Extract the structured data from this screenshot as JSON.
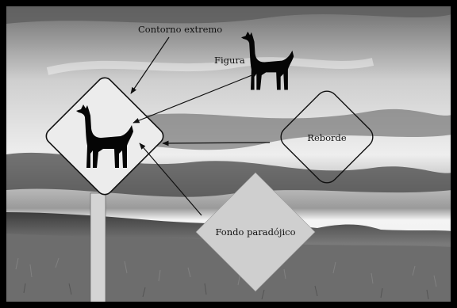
{
  "labels": {
    "contorno": "Contorno extremo",
    "figura": "Figura",
    "reborde": "Reborde",
    "fondo": "Fondo paradójico"
  },
  "colors": {
    "frame": "#000000",
    "sky_light": "#f2f2f2",
    "sky_dark": "#3a3a3a",
    "ground": "#5c5c5c",
    "sign_fill": "#e6e6e6",
    "gray_diamond": "#cfcfcf",
    "silhouette": "#050505"
  },
  "icons": [
    "llama-silhouette-icon",
    "llama-silhouette-icon"
  ]
}
